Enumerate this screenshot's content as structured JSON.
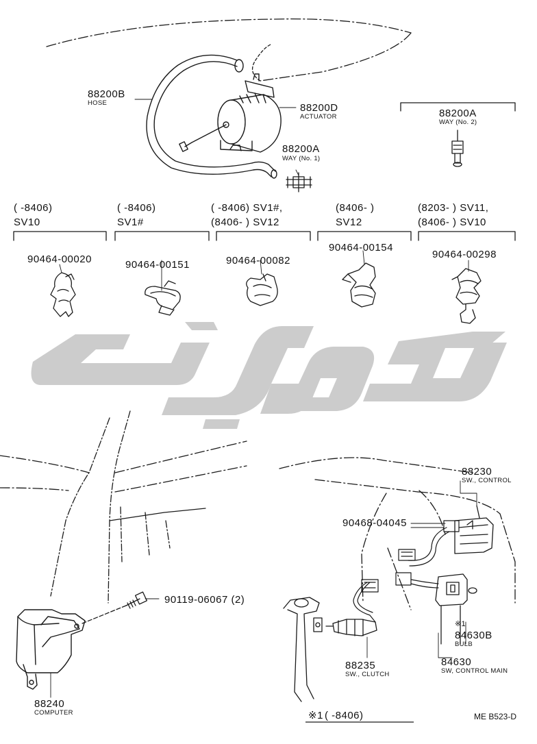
{
  "parts": {
    "hose": {
      "number": "88200B",
      "name": "HOSE"
    },
    "actuator": {
      "number": "88200D",
      "name": "ACTUATOR"
    },
    "way1": {
      "number": "88200A",
      "name": "WAY (No. 1)"
    },
    "way2": {
      "number": "88200A",
      "name": "WAY (No. 2)"
    },
    "sw_control": {
      "number": "88230",
      "name": "SW., CONTROL"
    },
    "screw_clip": {
      "number": "90468-04045"
    },
    "bolt": {
      "number": "90119-06067 (2)"
    },
    "bulb": {
      "mark": "※1",
      "number": "84630B",
      "name": "BULB"
    },
    "sw_control_main": {
      "number": "84630",
      "name": "SW, CONTROL MAIN"
    },
    "sw_clutch": {
      "number": "88235",
      "name": "SW., CLUTCH"
    },
    "computer": {
      "number": "88240",
      "name": "COMPUTER"
    }
  },
  "clamps": [
    {
      "line1": "(        -8406)",
      "line2": "SV10",
      "number": "90464-00020"
    },
    {
      "line1": "(        -8406)",
      "line2": "SV1#",
      "number": "90464-00151"
    },
    {
      "line1": "(        -8406) SV1#,",
      "line2": "(8406-        ) SV12",
      "number": "90464-00082"
    },
    {
      "line1": "(8406-        )",
      "line2": "SV12",
      "number": "90464-00154"
    },
    {
      "line1": "(8203-        ) SV11,",
      "line2": "(8406-        ) SV10",
      "number": "90464-00298"
    }
  ],
  "footnote": {
    "mark": "※1",
    "text": "(        -8406)"
  },
  "diagram_code": "ME B523-D",
  "colors": {
    "line": "#1a1a1a",
    "watermark": "#c8c8c8"
  }
}
